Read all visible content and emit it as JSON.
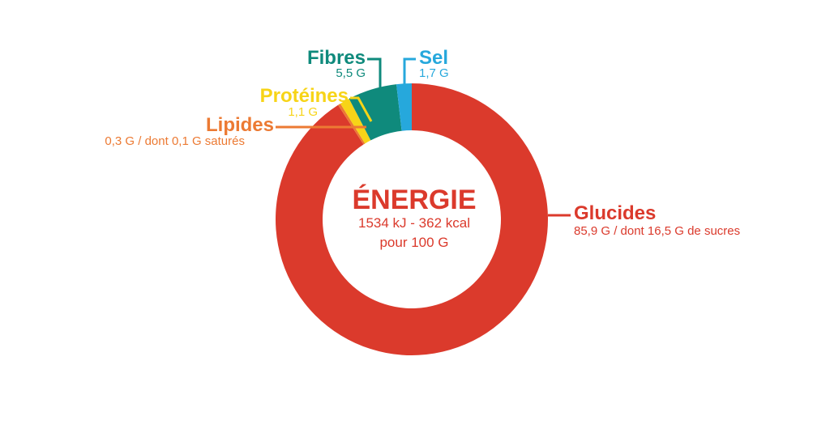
{
  "center": {
    "title": "ÉNERGIE",
    "line1": "1534 kJ - 362 kcal",
    "line2": "pour 100 G",
    "color": "#db3a2c"
  },
  "chart_data": {
    "type": "pie",
    "donut": true,
    "unit": "G",
    "slices": [
      {
        "name": "Glucides",
        "value": 85.9,
        "label": "85,9 G / dont 16,5 G de sucres",
        "color": "#db3a2c"
      },
      {
        "name": "Lipides",
        "value": 0.3,
        "label": "0,3 G / dont 0,1 G saturés",
        "color": "#ec7a33"
      },
      {
        "name": "Protéines",
        "value": 1.1,
        "label": "1,1 G",
        "color": "#f7d417"
      },
      {
        "name": "Fibres",
        "value": 5.5,
        "label": "5,5 G",
        "color": "#0f8a7c"
      },
      {
        "name": "Sel",
        "value": 1.7,
        "label": "1,7 G",
        "color": "#26a8dc"
      }
    ]
  }
}
